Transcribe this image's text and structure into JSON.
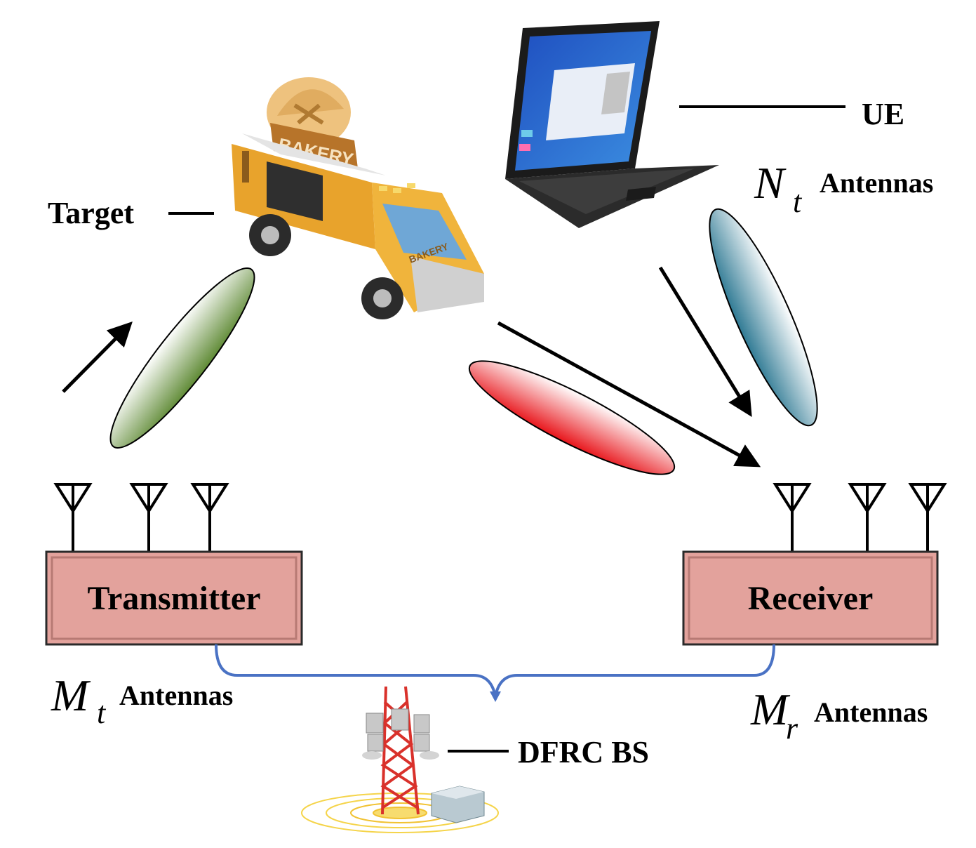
{
  "labels": {
    "target": "Target",
    "ue": "UE",
    "bs": "DFRC BS",
    "transmitter": "Transmitter",
    "receiver": "Receiver"
  },
  "antennas": {
    "ue": {
      "symbol": "N",
      "subscript": "t",
      "text": "Antennas"
    },
    "tx": {
      "symbol": "M",
      "subscript": "t",
      "text": "Antennas"
    },
    "rx": {
      "symbol": "M",
      "subscript": "r",
      "text": "Antennas"
    }
  },
  "truck_signs": {
    "roof": "BAKERY",
    "door": "BAKERY"
  },
  "colors": {
    "box_fill": "#e3a29c",
    "box_border": "#2a2a2a",
    "bus_line": "#4a72c4",
    "beam_target": "#5f8a35",
    "beam_receiver": "#e8141a",
    "beam_ue": "#2f7a94",
    "truck_body": "#e8a32c",
    "tower_red": "#d9312b"
  }
}
